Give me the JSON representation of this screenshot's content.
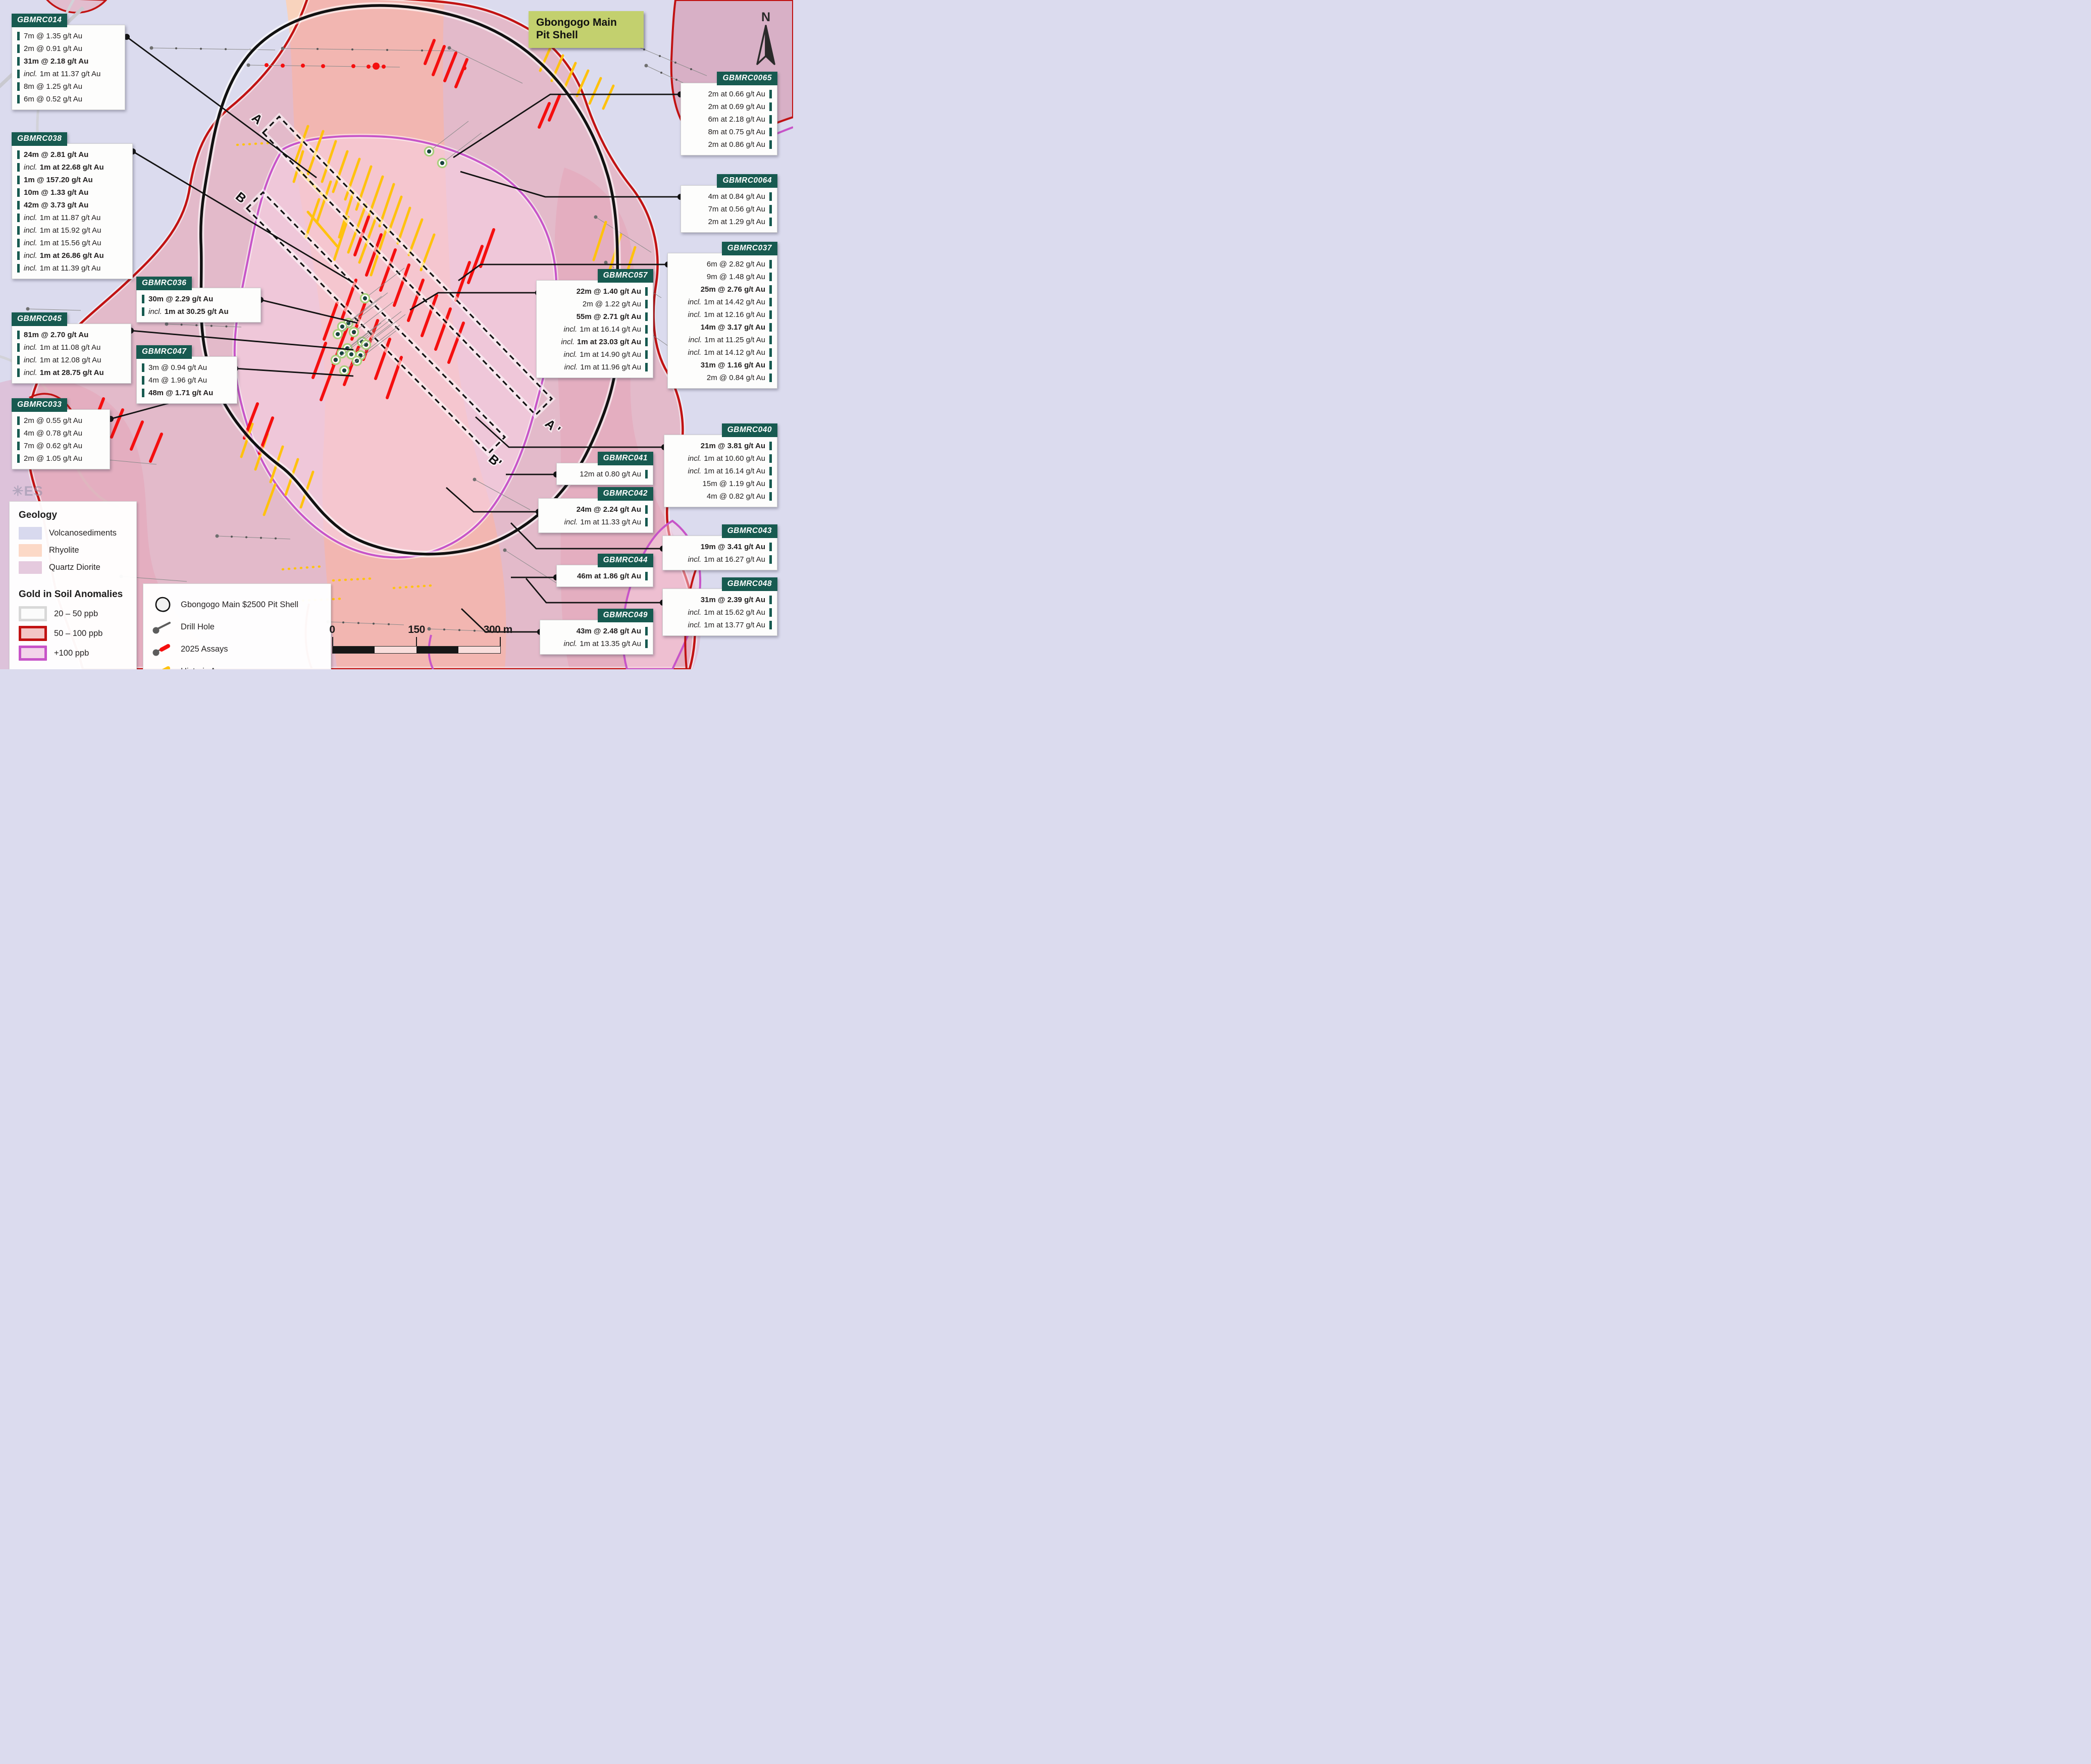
{
  "title": {
    "line1": "Gbongogo Main",
    "line2": "Pit Shell"
  },
  "north_label": "N",
  "watermark": {
    "symbol": "✳",
    "text": "ES"
  },
  "sections": {
    "a": "A",
    "b": "B",
    "a_prime": "A '",
    "b_prime": "B'"
  },
  "colors": {
    "teal": "#175a50",
    "title_bg": "#c3d06e",
    "volcanosediments": "#d8d9ee",
    "rhyolite": "#fcd9c7",
    "quartz_diorite": "#e5cade",
    "soil_20_50_border": "#d8d8d8",
    "soil_50_100_border": "#c11212",
    "soil_100_border": "#c754c8",
    "assay_2025": "#f50f0f",
    "assay_historic": "#ffc20e",
    "pit_shell": "#111111"
  },
  "legend_geology": {
    "heading": "Geology",
    "items": [
      {
        "label": "Volcanosediments",
        "color": "#d8d9ee"
      },
      {
        "label": "Rhyolite",
        "color": "#fcd9c7"
      },
      {
        "label": "Quartz Diorite",
        "color": "#e5cade"
      }
    ]
  },
  "legend_soil": {
    "heading": "Gold in Soil Anomalies",
    "items": [
      {
        "label": "20 – 50 ppb",
        "fill": "#fbfbfb",
        "border": "#d8d8d8"
      },
      {
        "label": "50 – 100 ppb",
        "fill": "#f3c5c5",
        "border": "#c11212"
      },
      {
        "label": "+100 ppb",
        "fill": "#f3d4ea",
        "border": "#c754c8"
      }
    ]
  },
  "legend_symbols": {
    "items": [
      {
        "icon": "pit-shell",
        "label": "Gbongogo Main $2500 Pit Shell"
      },
      {
        "icon": "drill-hole",
        "label": "Drill Hole"
      },
      {
        "icon": "assay-2025",
        "label": "2025 Assays"
      },
      {
        "icon": "assay-historic",
        "label": "Historic Assays"
      }
    ]
  },
  "scalebar": {
    "ticks": [
      "0",
      "150",
      "300 m"
    ]
  },
  "callouts": [
    {
      "id": "GBMRC014",
      "title": "GBMRC014",
      "side": "left",
      "rows": [
        {
          "text": "7m @ 1.35 g/t Au"
        },
        {
          "text": "2m @ 0.91 g/t Au"
        },
        {
          "text": "31m @ 2.18 g/t Au",
          "bold": true
        },
        {
          "prefix": "incl.",
          "text": "1m at 11.37 g/t Au"
        },
        {
          "text": "8m @ 1.25 g/t Au"
        },
        {
          "text": "6m @ 0.52 g/t Au"
        }
      ]
    },
    {
      "id": "GBMRC038",
      "title": "GBMRC038",
      "side": "left",
      "rows": [
        {
          "text": "24m @ 2.81 g/t Au",
          "bold": true
        },
        {
          "prefix": "incl.",
          "text": "1m at 22.68 g/t Au",
          "bold": true
        },
        {
          "text": "1m @ 157.20 g/t Au",
          "bold": true
        },
        {
          "text": "10m @ 1.33 g/t Au",
          "bold": true
        },
        {
          "text": "42m @ 3.73 g/t Au",
          "bold": true
        },
        {
          "prefix": "incl.",
          "text": "1m at 11.87 g/t Au"
        },
        {
          "prefix": "incl.",
          "text": "1m at 15.92 g/t Au"
        },
        {
          "prefix": "incl.",
          "text": "1m at 15.56 g/t Au"
        },
        {
          "prefix": "incl.",
          "text": "1m at 26.86 g/t Au",
          "bold": true
        },
        {
          "prefix": "incl.",
          "text": "1m at 11.39 g/t Au"
        }
      ]
    },
    {
      "id": "GBMRC045",
      "title": "GBMRC045",
      "side": "left",
      "rows": [
        {
          "text": "81m @ 2.70 g/t Au",
          "bold": true
        },
        {
          "prefix": "incl.",
          "text": "1m at 11.08 g/t Au"
        },
        {
          "prefix": "incl.",
          "text": "1m at 12.08 g/t Au"
        },
        {
          "prefix": "incl.",
          "text": "1m at 28.75 g/t Au",
          "bold": true
        }
      ]
    },
    {
      "id": "GBMRC033",
      "title": "GBMRC033",
      "side": "left",
      "rows": [
        {
          "text": "2m @ 0.55 g/t Au"
        },
        {
          "text": "4m @ 0.78 g/t Au"
        },
        {
          "text": "7m @ 0.62 g/t Au"
        },
        {
          "text": "2m @ 1.05 g/t Au"
        }
      ]
    },
    {
      "id": "GBMRC036",
      "title": "GBMRC036",
      "side": "left",
      "rows": [
        {
          "text": "30m @ 2.29 g/t Au",
          "bold": true
        },
        {
          "prefix": "incl.",
          "text": "1m at 30.25 g/t Au",
          "bold": true
        }
      ]
    },
    {
      "id": "GBMRC047",
      "title": "GBMRC047",
      "side": "left",
      "rows": [
        {
          "text": "3m @ 0.94 g/t Au"
        },
        {
          "text": "4m @ 1.96 g/t Au"
        },
        {
          "text": "48m @ 1.71 g/t Au",
          "bold": true
        }
      ]
    },
    {
      "id": "GBMRC0065",
      "title": "GBMRC0065",
      "side": "right",
      "rows": [
        {
          "text": "2m at 0.66 g/t Au"
        },
        {
          "text": "2m at 0.69 g/t Au"
        },
        {
          "text": "6m at 2.18 g/t Au"
        },
        {
          "text": "8m at 0.75 g/t Au"
        },
        {
          "text": "2m at 0.86 g/t Au"
        }
      ]
    },
    {
      "id": "GBMRC0064",
      "title": "GBMRC0064",
      "side": "right",
      "rows": [
        {
          "text": "4m at 0.84 g/t Au"
        },
        {
          "text": "7m at 0.56 g/t Au"
        },
        {
          "text": "2m at 1.29 g/t Au"
        }
      ]
    },
    {
      "id": "GBMRC037",
      "title": "GBMRC037",
      "side": "right",
      "rows": [
        {
          "text": "6m @ 2.82 g/t Au"
        },
        {
          "text": "9m @ 1.48 g/t Au"
        },
        {
          "text": "25m @ 2.76 g/t Au",
          "bold": true
        },
        {
          "prefix": "incl.",
          "text": "1m at 14.42 g/t Au"
        },
        {
          "prefix": "incl.",
          "text": "1m at 12.16 g/t Au"
        },
        {
          "text": "14m @ 3.17 g/t Au",
          "bold": true
        },
        {
          "prefix": "incl.",
          "text": "1m at 11.25 g/t Au"
        },
        {
          "prefix": "incl.",
          "text": "1m at 14.12 g/t Au"
        },
        {
          "text": "31m @ 1.16 g/t Au",
          "bold": true
        },
        {
          "text": "2m @ 0.84 g/t Au"
        }
      ]
    },
    {
      "id": "GBMRC057",
      "title": "GBMRC057",
      "side": "right",
      "rows": [
        {
          "text": "22m @ 1.40 g/t Au",
          "bold": true
        },
        {
          "text": "2m @ 1.22 g/t Au"
        },
        {
          "text": "55m @ 2.71 g/t Au",
          "bold": true
        },
        {
          "prefix": "incl.",
          "text": "1m at 16.14 g/t Au"
        },
        {
          "prefix": "incl.",
          "text": "1m at 23.03 g/t Au",
          "bold": true
        },
        {
          "prefix": "incl.",
          "text": "1m at 14.90 g/t Au"
        },
        {
          "prefix": "incl.",
          "text": "1m at 11.96 g/t Au"
        }
      ]
    },
    {
      "id": "GBMRC040",
      "title": "GBMRC040",
      "side": "right",
      "rows": [
        {
          "text": "21m @ 3.81 g/t Au",
          "bold": true
        },
        {
          "prefix": "incl.",
          "text": "1m at 10.60 g/t Au"
        },
        {
          "prefix": "incl.",
          "text": "1m at 16.14 g/t Au"
        },
        {
          "text": "15m @ 1.19 g/t Au"
        },
        {
          "text": "4m @ 0.82 g/t Au"
        }
      ]
    },
    {
      "id": "GBMRC041",
      "title": "GBMRC041",
      "side": "right",
      "rows": [
        {
          "text": "12m at 0.80 g/t Au"
        }
      ]
    },
    {
      "id": "GBMRC042",
      "title": "GBMRC042",
      "side": "right",
      "rows": [
        {
          "text": "24m @ 2.24 g/t Au",
          "bold": true
        },
        {
          "prefix": "incl.",
          "text": "1m at 11.33 g/t Au"
        }
      ]
    },
    {
      "id": "GBMRC043",
      "title": "GBMRC043",
      "side": "right",
      "rows": [
        {
          "text": "19m @ 3.41 g/t Au",
          "bold": true
        },
        {
          "prefix": "incl.",
          "text": "1m at 16.27 g/t Au"
        }
      ]
    },
    {
      "id": "GBMRC044",
      "title": "GBMRC044",
      "side": "right",
      "rows": [
        {
          "text": "46m at 1.86 g/t Au",
          "bold": true
        }
      ]
    },
    {
      "id": "GBMRC048",
      "title": "GBMRC048",
      "side": "right",
      "rows": [
        {
          "text": "31m @ 2.39 g/t Au",
          "bold": true
        },
        {
          "prefix": "incl.",
          "text": "1m at 15.62 g/t Au"
        },
        {
          "prefix": "incl.",
          "text": "1m at 13.77 g/t Au"
        }
      ]
    },
    {
      "id": "GBMRC049",
      "title": "GBMRC049",
      "side": "right",
      "rows": [
        {
          "text": "43m @ 2.48 g/t Au",
          "bold": true
        },
        {
          "prefix": "incl.",
          "text": "1m at 13.35 g/t Au"
        }
      ]
    }
  ]
}
